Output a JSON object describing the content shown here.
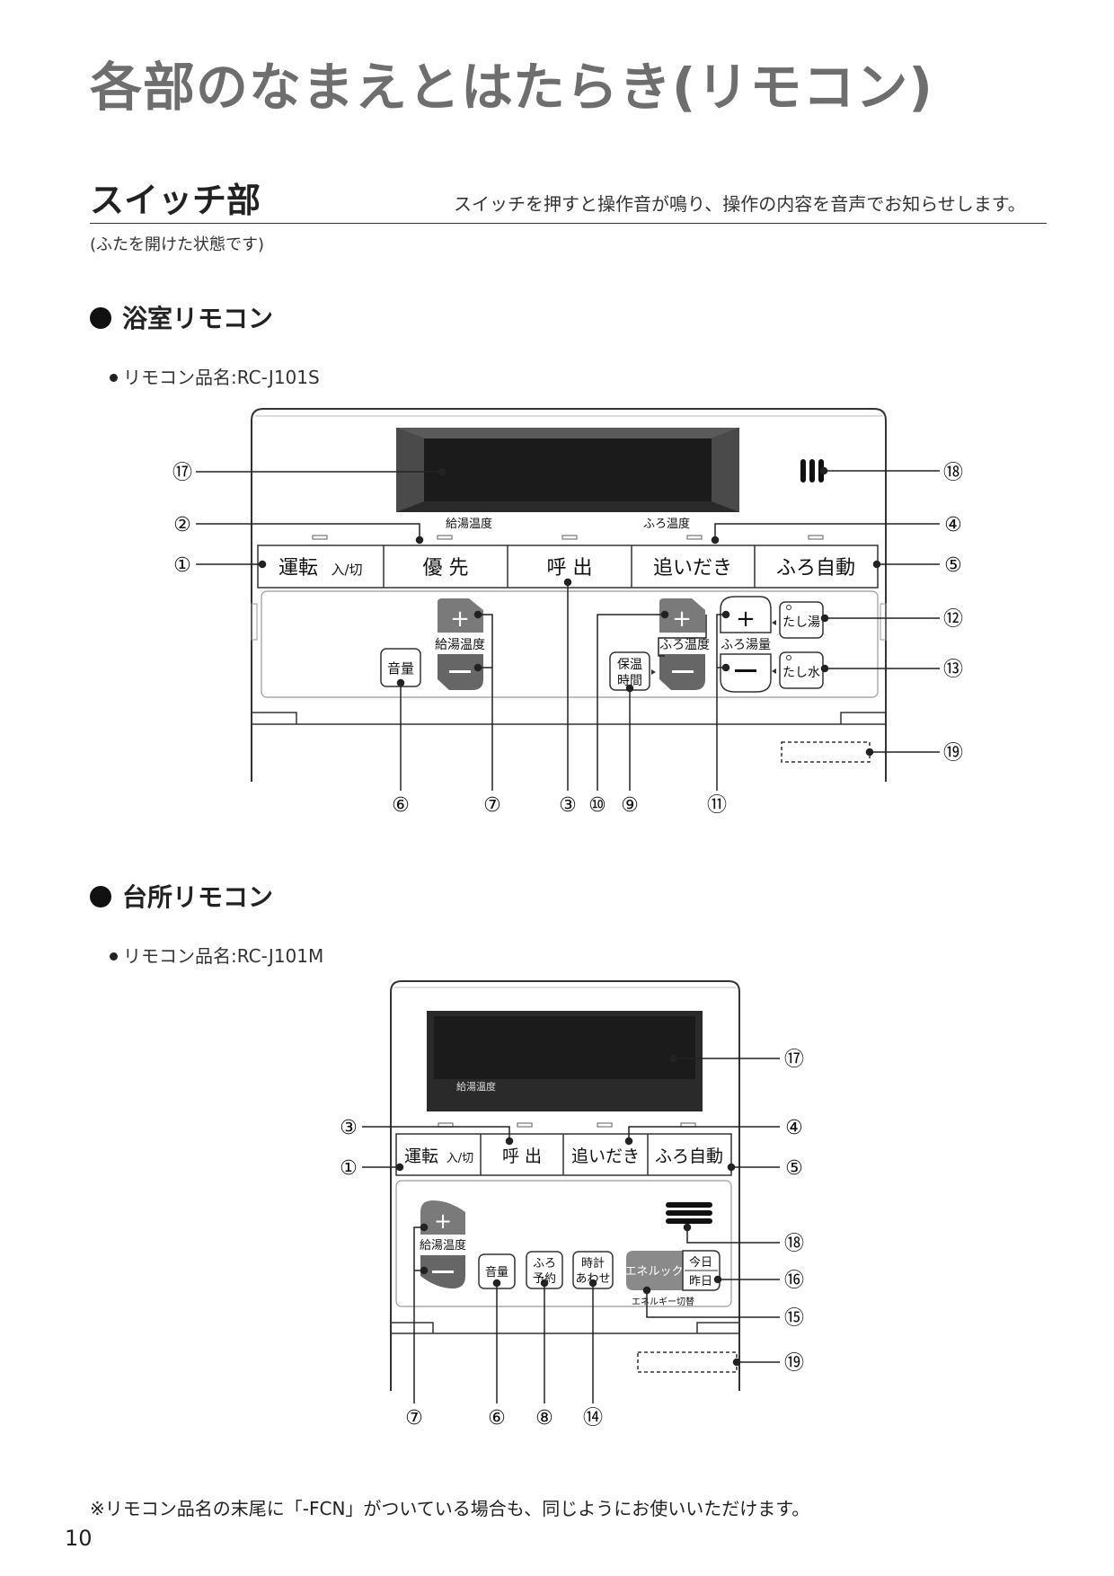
{
  "page": {
    "title": "各部のなまえとはたらき(リモコン)",
    "section_title": "スイッチ部",
    "section_desc": "スイッチを押すと操作音が鳴り、操作の内容を音声でお知らせします。",
    "lid_note": "(ふたを開けた状態です)",
    "footnote": "※リモコン品名の末尾に「-FCN」がついている場合も、同じようにお使いいただけます。",
    "page_number": "10"
  },
  "bath": {
    "heading": "浴室リモコン",
    "model_label": "リモコン品名:RC-J101S",
    "display_labels": {
      "kyuto": "給湯温度",
      "furo": "ふろ温度"
    },
    "buttons": {
      "unten": "運転",
      "unten_sub": "入/切",
      "yusen": "優 先",
      "yobidashi": "呼 出",
      "oidaki": "追いだき",
      "furo_jido": "ふろ自動",
      "onryo": "音量",
      "kyuto_label": "給湯温度",
      "hoon_1": "保温",
      "hoon_2": "時間",
      "furo_ondo": "ふろ温度",
      "furo_yuryo": "ふろ湯量",
      "tashiyu": "たし湯",
      "tashimizu": "たし水",
      "plus": "+",
      "minus": "−"
    },
    "callouts": {
      "n1": "①",
      "n2": "②",
      "n3": "③",
      "n4": "④",
      "n5": "⑤",
      "n6": "⑥",
      "n7": "⑦",
      "n9": "⑨",
      "n10": "⑩",
      "n11": "⑪",
      "n12": "⑫",
      "n13": "⑬",
      "n17": "⑰",
      "n18": "⑱",
      "n19": "⑲"
    }
  },
  "kitchen": {
    "heading": "台所リモコン",
    "model_label": "リモコン品名:RC-J101M",
    "display_labels": {
      "kyuto": "給湯温度"
    },
    "buttons": {
      "unten": "運転",
      "unten_sub": "入/切",
      "yobidashi": "呼 出",
      "oidaki": "追いだき",
      "furo_jido": "ふろ自動",
      "kyuto_label": "給湯温度",
      "onryo": "音量",
      "furo_yoyaku_1": "ふろ",
      "furo_yoyaku_2": "予約",
      "tokei_1": "時計",
      "tokei_2": "あわせ",
      "eneluck": "エネルック",
      "kyo": "今日",
      "sakujitsu": "昨日",
      "energy_switch": "エネルギー切替",
      "plus": "+",
      "minus": "−"
    },
    "callouts": {
      "n1": "①",
      "n3": "③",
      "n4": "④",
      "n5": "⑤",
      "n6": "⑥",
      "n7": "⑦",
      "n8": "⑧",
      "n14": "⑭",
      "n15": "⑮",
      "n16": "⑯",
      "n17": "⑰",
      "n18": "⑱",
      "n19": "⑲"
    }
  }
}
